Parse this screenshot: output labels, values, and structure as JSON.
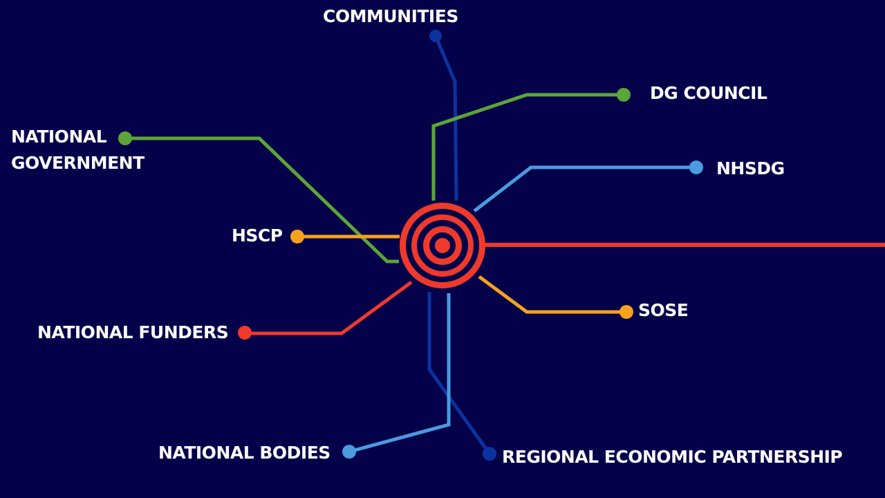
{
  "colors": {
    "background": "#05004a",
    "green": "#5aa637",
    "light_blue": "#4a9be0",
    "dark_blue": "#0b33a0",
    "orange": "#f6a21e",
    "red": "#ef3a2b",
    "text": "#ffffff"
  },
  "hub": {
    "icon": "target-icon"
  },
  "nodes": [
    {
      "key": "communities",
      "label": "COMMUNITIES",
      "color": "dark_blue"
    },
    {
      "key": "dg_council",
      "label": "DG COUNCIL",
      "color": "green"
    },
    {
      "key": "nhsdg",
      "label": "NHSDG",
      "color": "light_blue"
    },
    {
      "key": "national_government",
      "label_line1": "NATIONAL",
      "label_line2": "GOVERNMENT",
      "color": "green"
    },
    {
      "key": "hscp",
      "label": "HSCP",
      "color": "orange"
    },
    {
      "key": "sose",
      "label": "SOSE",
      "color": "orange"
    },
    {
      "key": "national_funders",
      "label": "NATIONAL FUNDERS",
      "color": "red"
    },
    {
      "key": "national_bodies",
      "label": "NATIONAL BODIES",
      "color": "light_blue"
    },
    {
      "key": "regional_economic_partnership",
      "label": "REGIONAL ECONOMIC PARTNERSHIP",
      "color": "dark_blue"
    }
  ]
}
